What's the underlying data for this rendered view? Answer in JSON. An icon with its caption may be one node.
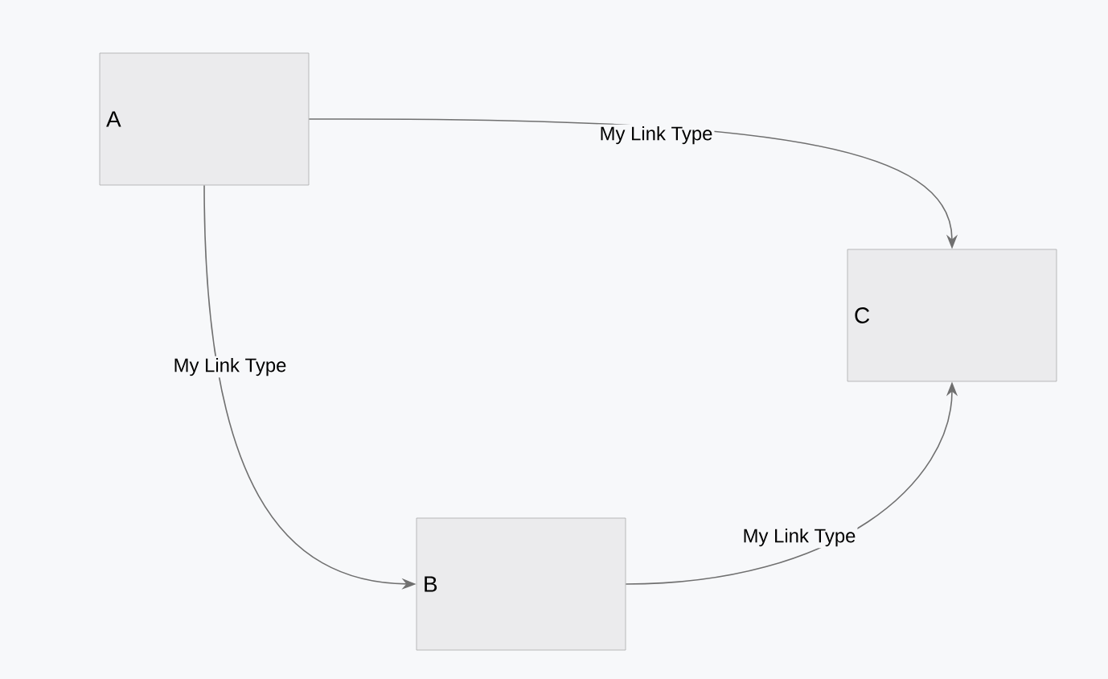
{
  "diagram": {
    "nodes": [
      {
        "text": [
          "A"
        ]
      },
      {
        "text": [
          "B"
        ]
      },
      {
        "text": [
          "C"
        ]
      }
    ],
    "edges": [
      {
        "from": 0,
        "to": 2,
        "arrow": "to",
        "label": "My Link Type"
      },
      {
        "from": 0,
        "to": 1,
        "arrow": "to",
        "label": "My Link Type"
      },
      {
        "from": 1,
        "to": 2,
        "arrow": "to",
        "label": "My Link Type"
      }
    ]
  }
}
